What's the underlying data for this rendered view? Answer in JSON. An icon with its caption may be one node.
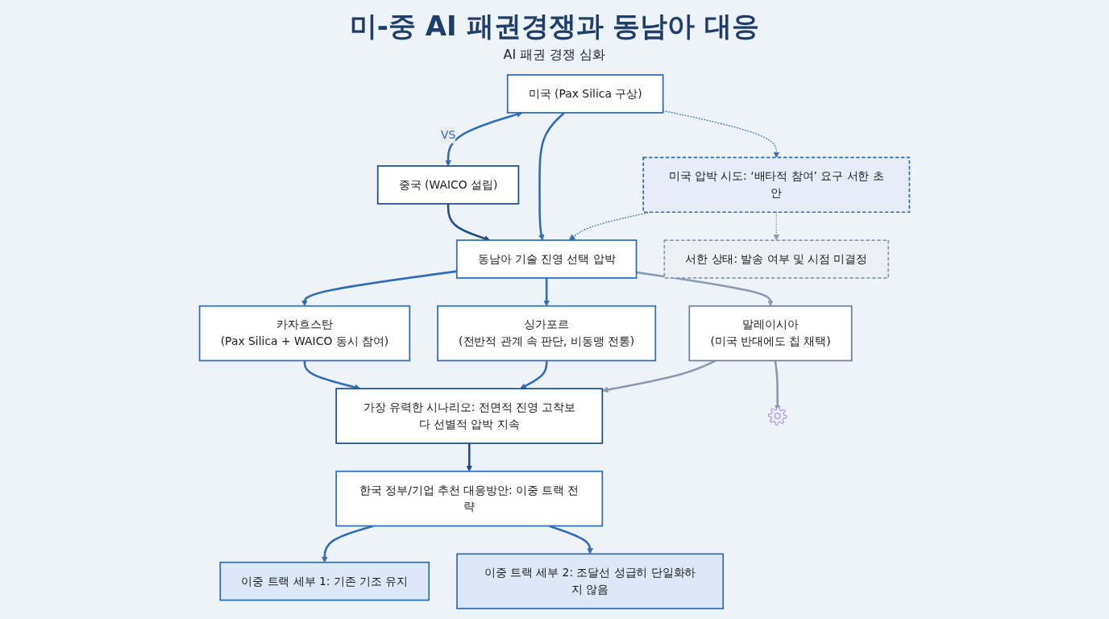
{
  "diagram": {
    "title": "미-중 AI 패권경쟁과 동남아 대응",
    "nodes": [
      {
        "text": [
          "미국 (Pax Silica 구상)"
        ]
      },
      {
        "text": [
          "중국 (WAICO 설립)"
        ]
      },
      {
        "text": [
          "미국 압박 시도: ‘배타적 참여’ 요구 서한 초안"
        ]
      },
      {
        "text": [
          "서한 상태: 발송 여부 및 시점 미결정"
        ]
      },
      {
        "text": [
          "동남아 기술 진영 선택 압박"
        ]
      },
      {
        "text": [
          "카자흐스탄",
          "(Pax Silica + WAICO 동시 참여)"
        ]
      },
      {
        "text": [
          "싱가포르",
          "(전반적 관계 속 판단, 비동맹 전통)"
        ]
      },
      {
        "text": [
          "말레이시아",
          "(미국 반대에도 칩 채택)"
        ]
      },
      {
        "text": [],
        "shape": "picture"
      },
      {
        "text": [
          "가장 유력한 시나리오: 전면적 진영 고착보다 선별적 압박 지속"
        ]
      },
      {
        "text": [
          "한국 정부/기업 추천 대응방안: 이중 트랙 전략"
        ]
      },
      {
        "text": [
          "이중 트랙 세부 1: 기존 기조 유지"
        ]
      },
      {
        "text": [
          "이중 트랙 세부 2: 조달선 성급히 단일화하지 않음"
        ]
      }
    ],
    "edges": [
      {
        "from": 0,
        "to": 1,
        "arrow": "both",
        "label": "VS"
      },
      {
        "from": 0,
        "to": 4,
        "arrow": "to"
      },
      {
        "from": 1,
        "to": 4,
        "arrow": "to",
        "color": "#1f4e85"
      },
      {
        "from": 0,
        "to": 2,
        "arrow": "to",
        "style": "dashed"
      },
      {
        "from": 2,
        "to": 4,
        "arrow": "to",
        "style": "dashed"
      },
      {
        "from": 2,
        "to": 3,
        "arrow": "to",
        "style": "dashed",
        "color": "#8a9ab0"
      },
      {
        "from": 4,
        "to": 5,
        "arrow": "to"
      },
      {
        "from": 4,
        "to": 6,
        "arrow": "to"
      },
      {
        "from": 4,
        "to": 7,
        "arrow": "to",
        "color": "#8a9ab0"
      },
      {
        "from": 5,
        "to": 9,
        "arrow": "to"
      },
      {
        "from": 6,
        "to": 9,
        "arrow": "to"
      },
      {
        "from": 7,
        "to": 9,
        "arrow": "to",
        "color": "#8a9ab0"
      },
      {
        "from": 7,
        "to": 8,
        "arrow": "to",
        "color": "#8a9ab0"
      },
      {
        "from": 9,
        "to": 10,
        "arrow": "to",
        "color": "#1f4e85"
      },
      {
        "from": 10,
        "to": 11,
        "arrow": "to"
      },
      {
        "from": 10,
        "to": 12,
        "arrow": "to"
      }
    ],
    "labels": [
      "AI 패권 경쟁 심화"
    ]
  }
}
